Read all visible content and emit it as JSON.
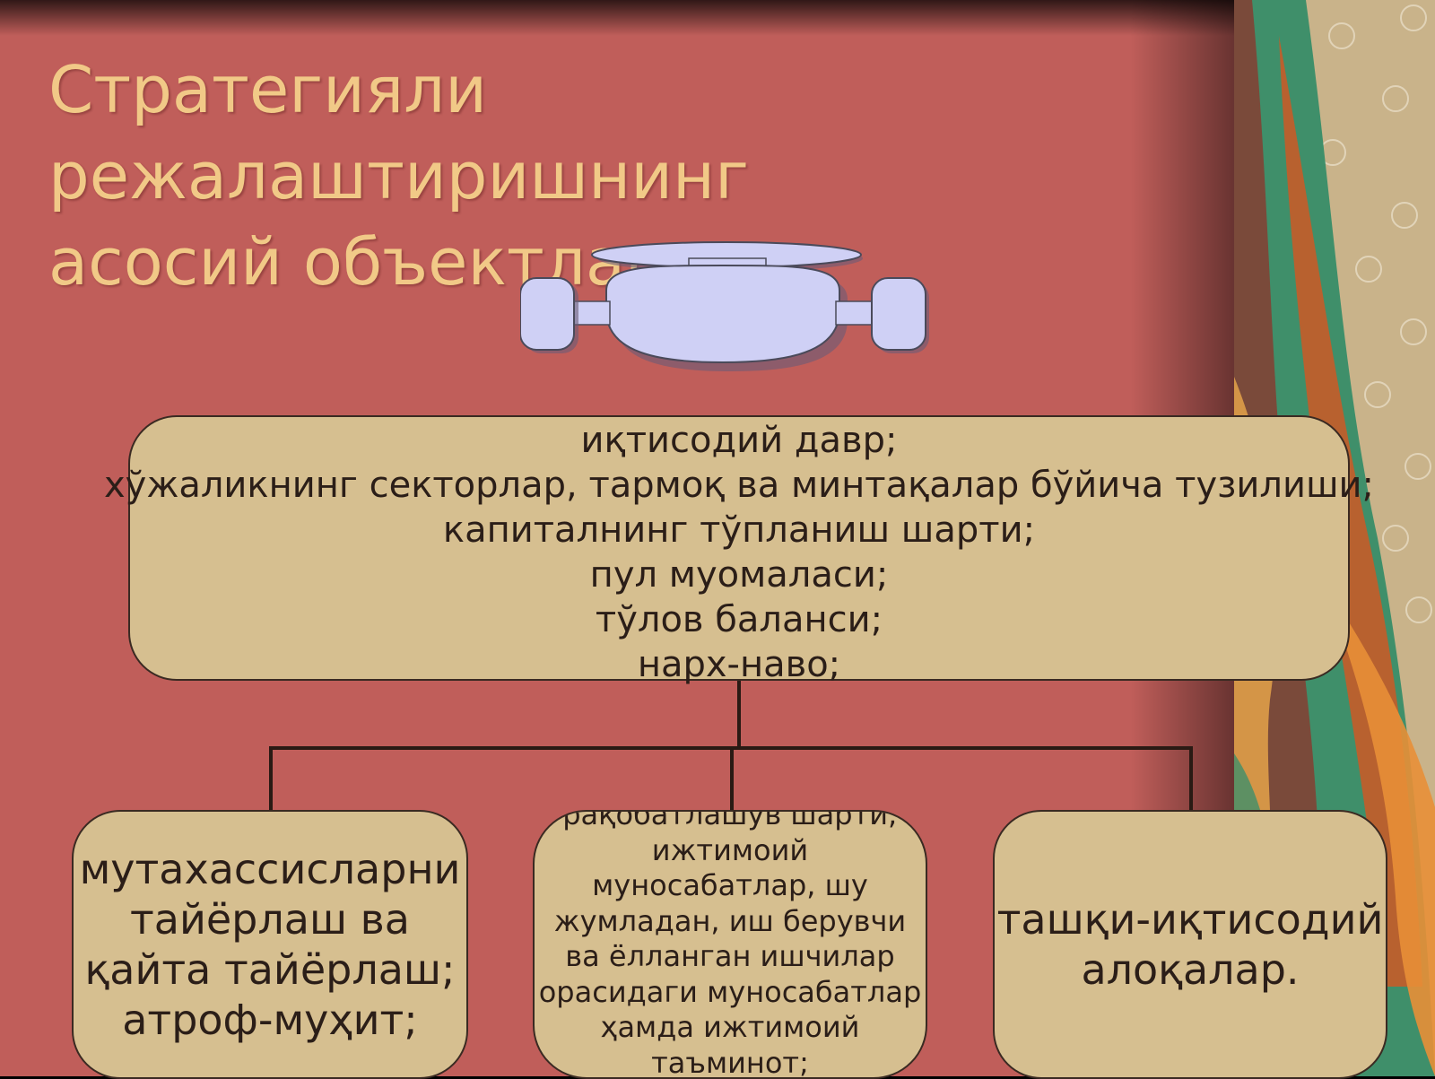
{
  "title": {
    "line1": "Стратегияли режалаштиришнинг",
    "line2": "асосий объектлари:"
  },
  "colors": {
    "slide_bg": "#c05e5a",
    "title": "#f1c987",
    "box_fill": "#d6bf90",
    "box_border": "#3a2a22",
    "robot_fill": "#cfd0f5",
    "connector": "#2a1a14"
  },
  "top_box": {
    "lines": [
      "иқтисодий давр;",
      "хўжаликнинг секторлар, тармоқ ва минтақалар бўйича тузилиши;",
      "капиталнинг тўпланиш шарти;",
      "пул муомаласи;",
      "тўлов баланси;",
      "нарх-наво;"
    ]
  },
  "children": [
    {
      "lines": [
        "мутахассисларни",
        "тайёрлаш ва",
        "қайта тайёрлаш;",
        "атроф-муҳит;"
      ]
    },
    {
      "lines": [
        "рақобатлашув шарти;",
        "ижтимоий",
        "муносабатлар, шу",
        "жумладан, иш берувчи",
        "ва ёлланган ишчилар",
        "орасидаги муносабатлар",
        "ҳамда ижтимоий",
        "таъминот;"
      ]
    },
    {
      "lines": [
        "ташқи-иқтисодий",
        "алоқалар."
      ]
    }
  ],
  "icons": {
    "top_shape": "org-chart-head-shape"
  }
}
